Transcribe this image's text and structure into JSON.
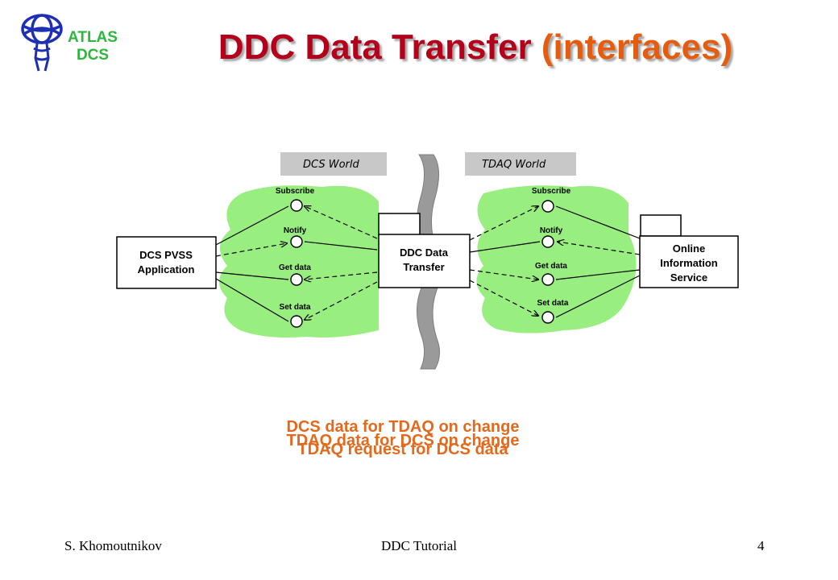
{
  "logo": {
    "line1": "ATLAS",
    "line2": "DCS"
  },
  "title": {
    "main": "DDC Data Transfer",
    "accent": "(interfaces)"
  },
  "diagram": {
    "left_world": "DCS World",
    "right_world": "TDAQ World",
    "boxes": {
      "dcs_pvss": [
        "DCS PVSS",
        "Application"
      ],
      "ddc": [
        "DDC Data",
        "Transfer"
      ],
      "ois": [
        "Online",
        "Information",
        "Service"
      ]
    },
    "left_ports": [
      "Subscribe",
      "Notify",
      "Get data",
      "Set data"
    ],
    "right_ports": [
      "Subscribe",
      "Notify",
      "Get data",
      "Set data"
    ]
  },
  "captions": {
    "line1": "DCS data for TDAQ on change",
    "line2": "TDAQ data for DCS on change",
    "line3": "TDAQ request for DCS data"
  },
  "footer": {
    "author": "S. Khomoutnikov",
    "center": "DDC Tutorial",
    "page": "4"
  },
  "colors": {
    "title": "#b3001b",
    "accent": "#e65c0f",
    "blob": "#99ee80",
    "logo": "#2db83d",
    "caption": "#e36a1c",
    "world_label_bg": "#c8c8c8"
  }
}
